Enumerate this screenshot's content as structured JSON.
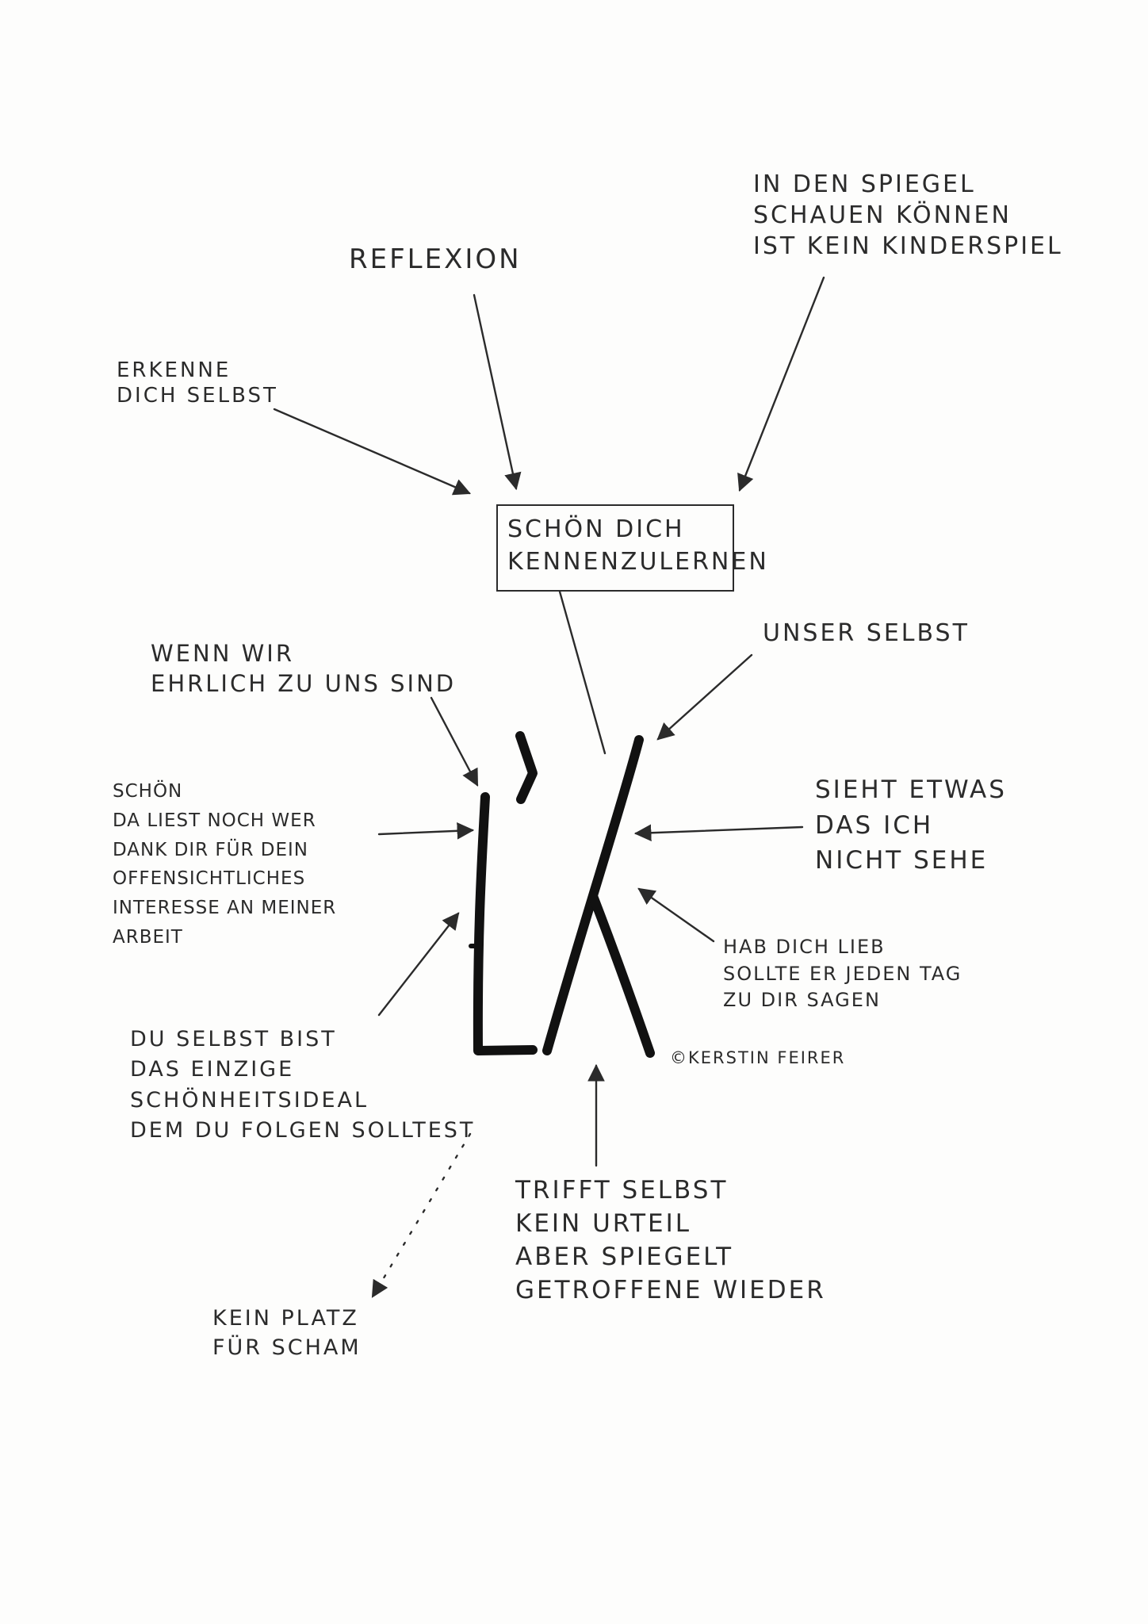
{
  "center": {
    "lines": [
      "SCHÖN DICH",
      "KENNENZULERNEN"
    ]
  },
  "labels": {
    "reflexion": [
      "REFLEXION"
    ],
    "spiegel": [
      "IN DEN SPIEGEL",
      "SCHAUEN KÖNNEN",
      "IST KEIN KINDERSPIEL"
    ],
    "erkenne": [
      "ERKENNE",
      "DICH SELBST"
    ],
    "ehrlich": [
      "WENN WIR",
      "EHRLICH ZU UNS SIND"
    ],
    "unser": [
      "UNSER SELBST"
    ],
    "danke": [
      "SCHÖN",
      "DA LIEST NOCH WER",
      "DANK DIR FÜR DEIN",
      "OFFENSICHTLICHES",
      "INTERESSE AN MEINER",
      "ARBEIT"
    ],
    "sieht": [
      "SIEHT ETWAS",
      "DAS ICH",
      "NICHT SEHE"
    ],
    "lieb": [
      "HAB DICH LIEB",
      "SOLLTE ER JEDEN TAG",
      "ZU DIR SAGEN"
    ],
    "ideal": [
      "DU SELBST BIST",
      "DAS EINZIGE",
      "SCHÖNHEITSIDEAL",
      "DEM DU FOLGEN SOLLTEST"
    ],
    "urteil": [
      "TRIFFT SELBST",
      "KEIN URTEIL",
      "ABER SPIEGELT",
      "GETROFFENE WIEDER"
    ],
    "scham": [
      "KEIN PLATZ",
      "FÜR SCHAM"
    ]
  },
  "credit": "©KERSTIN FEIRER",
  "colors": {
    "ink": "#2b2b2b",
    "figure": "#111111",
    "paper": "#fdfdfc"
  }
}
